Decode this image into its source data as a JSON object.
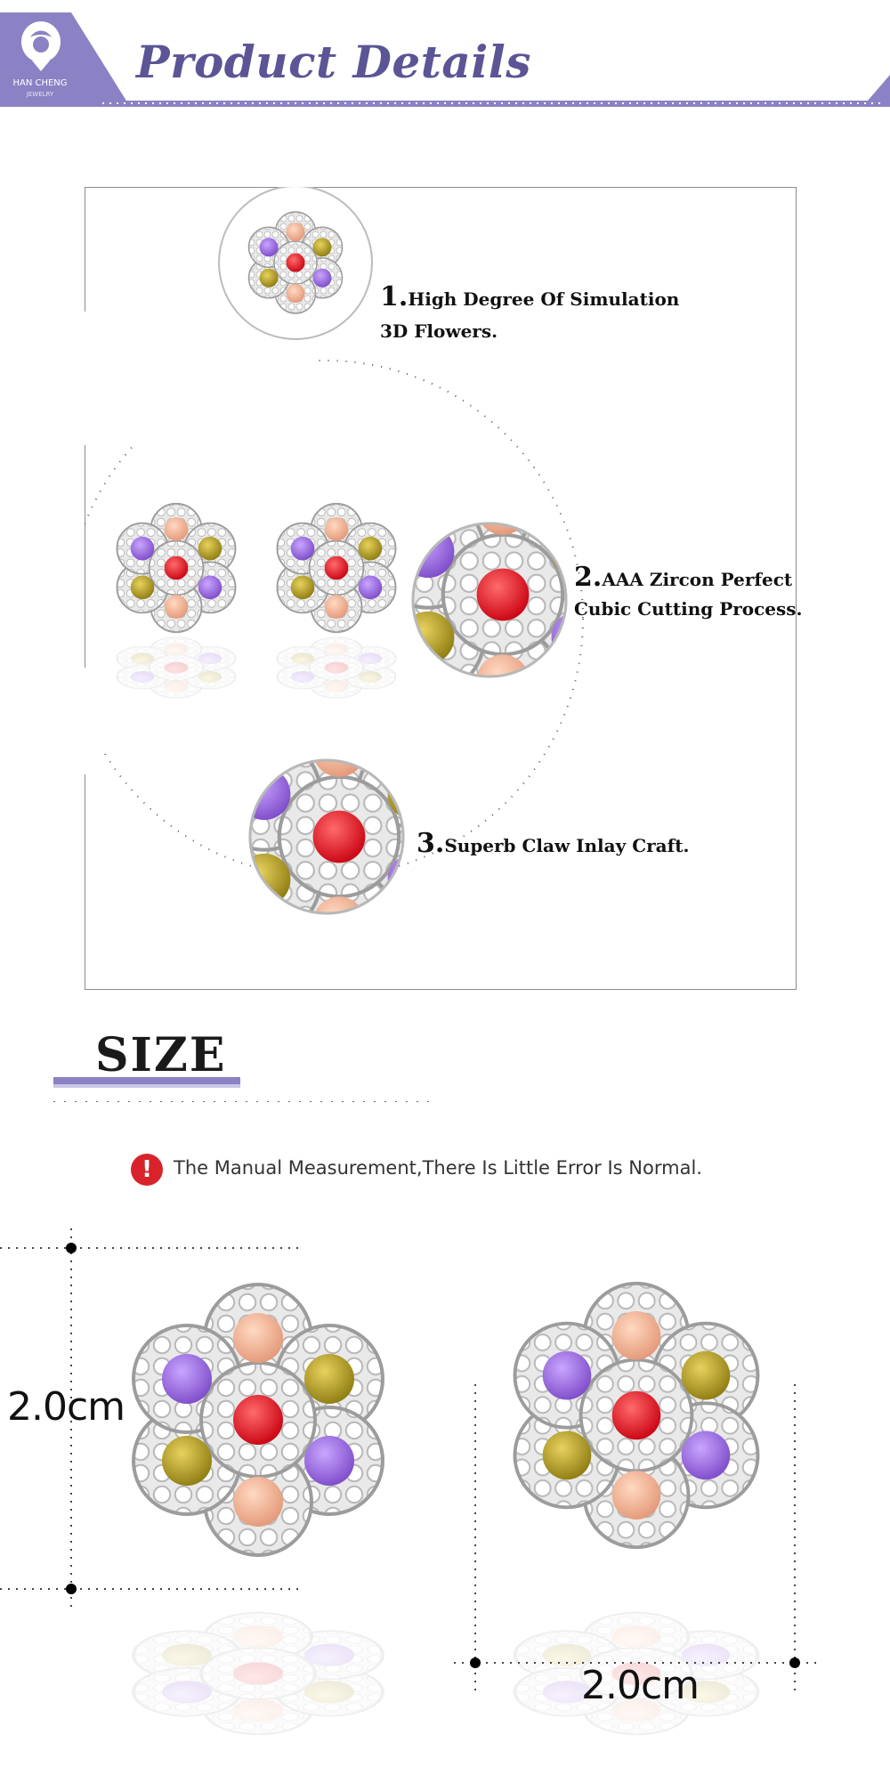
{
  "header": {
    "title": "Product Details",
    "brand": "HAN CHENG",
    "brand_sub": "JEWELRY"
  },
  "features": [
    {
      "num": "1.",
      "line1": "High Degree Of Simulation",
      "line2": "3D Flowers."
    },
    {
      "num": "2.",
      "line1": "AAA Zircon Perfect",
      "line2": "Cubic  Cutting Process."
    },
    {
      "num": "3.",
      "line1": "Superb Claw Inlay Craft.",
      "line2": ""
    }
  ],
  "size": {
    "title": "SIZE",
    "notice_icon": "!",
    "notice": "The Manual Measurement,There Is Little Error Is Normal.",
    "height_label": "2.0cm",
    "width_label": "2.0cm"
  },
  "colors": {
    "accent": "#8a82c4",
    "title_purple": "#5b5596",
    "warning_red": "#d9232b"
  }
}
